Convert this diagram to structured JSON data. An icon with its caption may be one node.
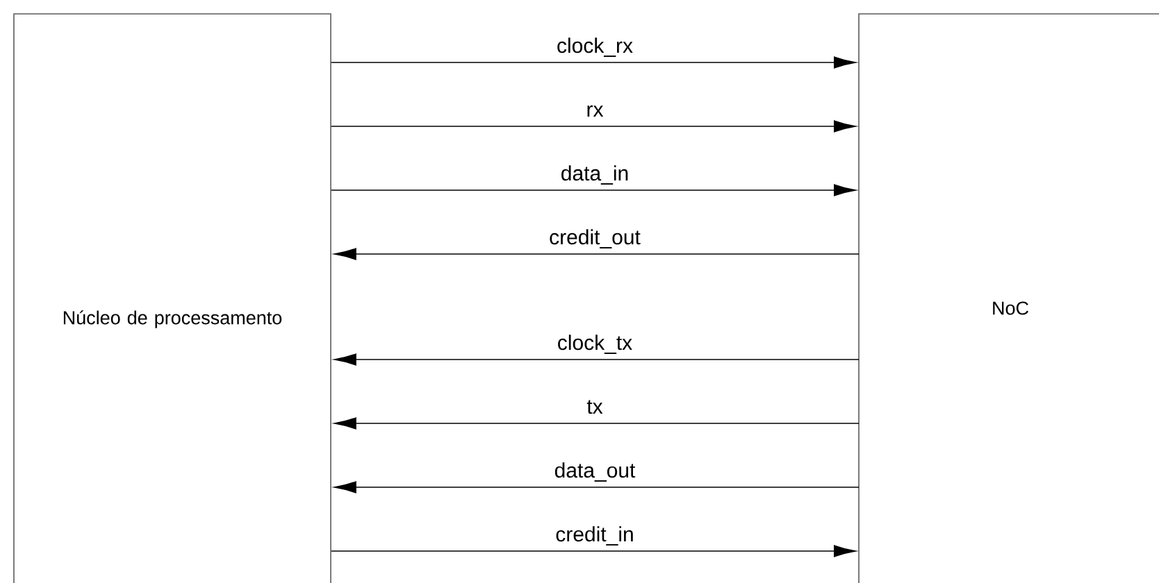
{
  "diagram": {
    "nodes": [
      {
        "text": [
          "Núcleo de processamento"
        ]
      },
      {
        "text": [
          "NoC"
        ]
      }
    ],
    "edges": [
      {
        "from": 0,
        "to": 1,
        "arrow": "to",
        "label": "clock_rx"
      },
      {
        "from": 0,
        "to": 1,
        "arrow": "to",
        "label": "rx"
      },
      {
        "from": 0,
        "to": 1,
        "arrow": "to",
        "label": "data_in"
      },
      {
        "from": 1,
        "to": 0,
        "arrow": "to",
        "label": "credit_out"
      },
      {
        "from": 1,
        "to": 0,
        "arrow": "to",
        "label": "clock_tx"
      },
      {
        "from": 1,
        "to": 0,
        "arrow": "to",
        "label": "tx"
      },
      {
        "from": 1,
        "to": 0,
        "arrow": "to",
        "label": "data_out"
      },
      {
        "from": 0,
        "to": 1,
        "arrow": "to",
        "label": "credit_in"
      }
    ]
  }
}
